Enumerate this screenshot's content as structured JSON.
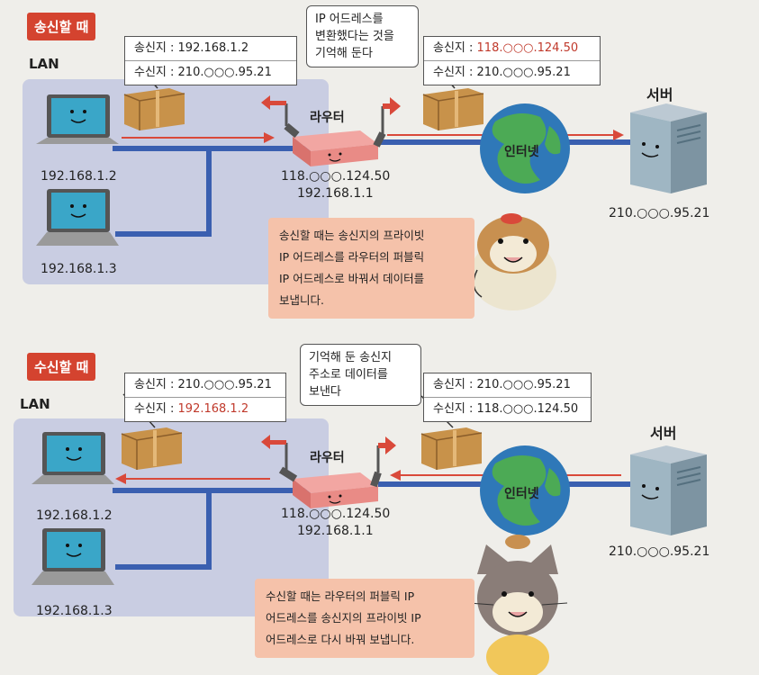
{
  "send": {
    "label": "송신할 때",
    "lan": "LAN",
    "pc1_ip": "192.168.1.2",
    "pc2_ip": "192.168.1.3",
    "router_label": "라우터",
    "router_ip_public": "118.○○○.124.50",
    "router_ip_private": "192.168.1.1",
    "internet_label": "인터넷",
    "server_label": "서버",
    "server_ip": "210.○○○.95.21",
    "tag_left": {
      "sender": "송신지 : 192.168.1.2",
      "receiver": "수신지 : 210.○○○.95.21"
    },
    "tag_right": {
      "sender_prefix": "송신지 : ",
      "sender_value": "118.○○○.124.50",
      "receiver": "수신지 : 210.○○○.95.21"
    },
    "bubble": [
      "IP 어드레스를",
      "변환했다는 것을",
      "기억해 둔다"
    ],
    "note": [
      "송신할 때는 송신지의 프라이빗",
      "IP 어드레스를 라우터의 퍼블릭",
      "IP 어드레스로 바꿔서 데이터를",
      "보냅니다."
    ]
  },
  "receive": {
    "label": "수신할 때",
    "lan": "LAN",
    "pc1_ip": "192.168.1.2",
    "pc2_ip": "192.168.1.3",
    "router_label": "라우터",
    "router_ip_public": "118.○○○.124.50",
    "router_ip_private": "192.168.1.1",
    "internet_label": "인터넷",
    "server_label": "서버",
    "server_ip": "210.○○○.95.21",
    "tag_left": {
      "sender": "송신지 : 210.○○○.95.21",
      "receiver_prefix": "수신지 : ",
      "receiver_value": "192.168.1.2"
    },
    "tag_right": {
      "sender": "송신지 : 210.○○○.95.21",
      "receiver": "수신지 : 118.○○○.124.50"
    },
    "bubble": [
      "기억해 둔 송신지",
      "주소로 데이터를",
      "보낸다"
    ],
    "note": [
      "수신할 때는 라우터의 퍼블릭 IP",
      "어드레스를 송신지의 프라이빗 IP",
      "어드레스로 다시 바꿔 보냅니다."
    ]
  },
  "colors": {
    "accent": "#d4432f",
    "lan": "#c9cde2",
    "cable": "#3a5fb0",
    "arrow": "#d9493a",
    "note": "#f5c2aa",
    "screen": "#3aa6c8"
  }
}
